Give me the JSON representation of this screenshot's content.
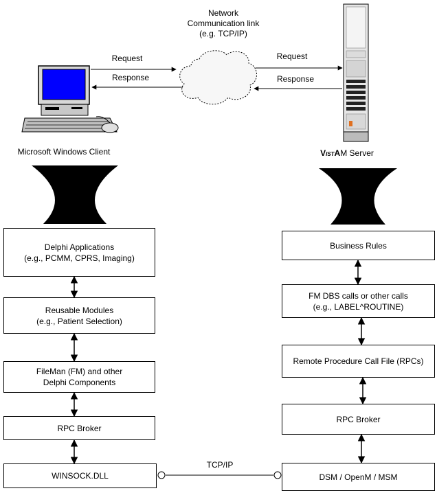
{
  "network": {
    "line1": "Network",
    "line2": "Communication link",
    "line3": "(e.g. TCP/IP)"
  },
  "client": {
    "request": "Request",
    "response": "Response",
    "caption": "Microsoft Windows Client",
    "boxes": [
      {
        "line1": "Delphi Applications",
        "line2": "(e.g., PCMM, CPRS, Imaging)"
      },
      {
        "line1": "Reusable Modules",
        "line2": "(e.g., Patient Selection)"
      },
      {
        "line1": "FileMan (FM) and other",
        "line2": "Delphi Components"
      },
      {
        "line1": "RPC Broker",
        "line2": ""
      },
      {
        "line1": "WINSOCK.DLL",
        "line2": ""
      }
    ]
  },
  "server": {
    "request": "Request",
    "response": "Response",
    "caption_v": "V",
    "caption_ist": "IST",
    "caption_a": "A",
    "caption_rest": "M Server",
    "boxes": [
      {
        "line1": "Business Rules",
        "line2": ""
      },
      {
        "line1": "FM DBS calls or other calls",
        "line2": "(e.g., LABEL^ROUTINE)"
      },
      {
        "line1": "Remote Procedure Call File (RPCs)",
        "line2": ""
      },
      {
        "line1": "RPC Broker",
        "line2": ""
      },
      {
        "line1": "DSM / OpenM / MSM",
        "line2": ""
      }
    ]
  },
  "link": {
    "label": "TCP/IP"
  },
  "colors": {
    "screen": "#0000ff",
    "line": "#000000",
    "funnel": "#000000",
    "server_accent": "#e07020"
  }
}
